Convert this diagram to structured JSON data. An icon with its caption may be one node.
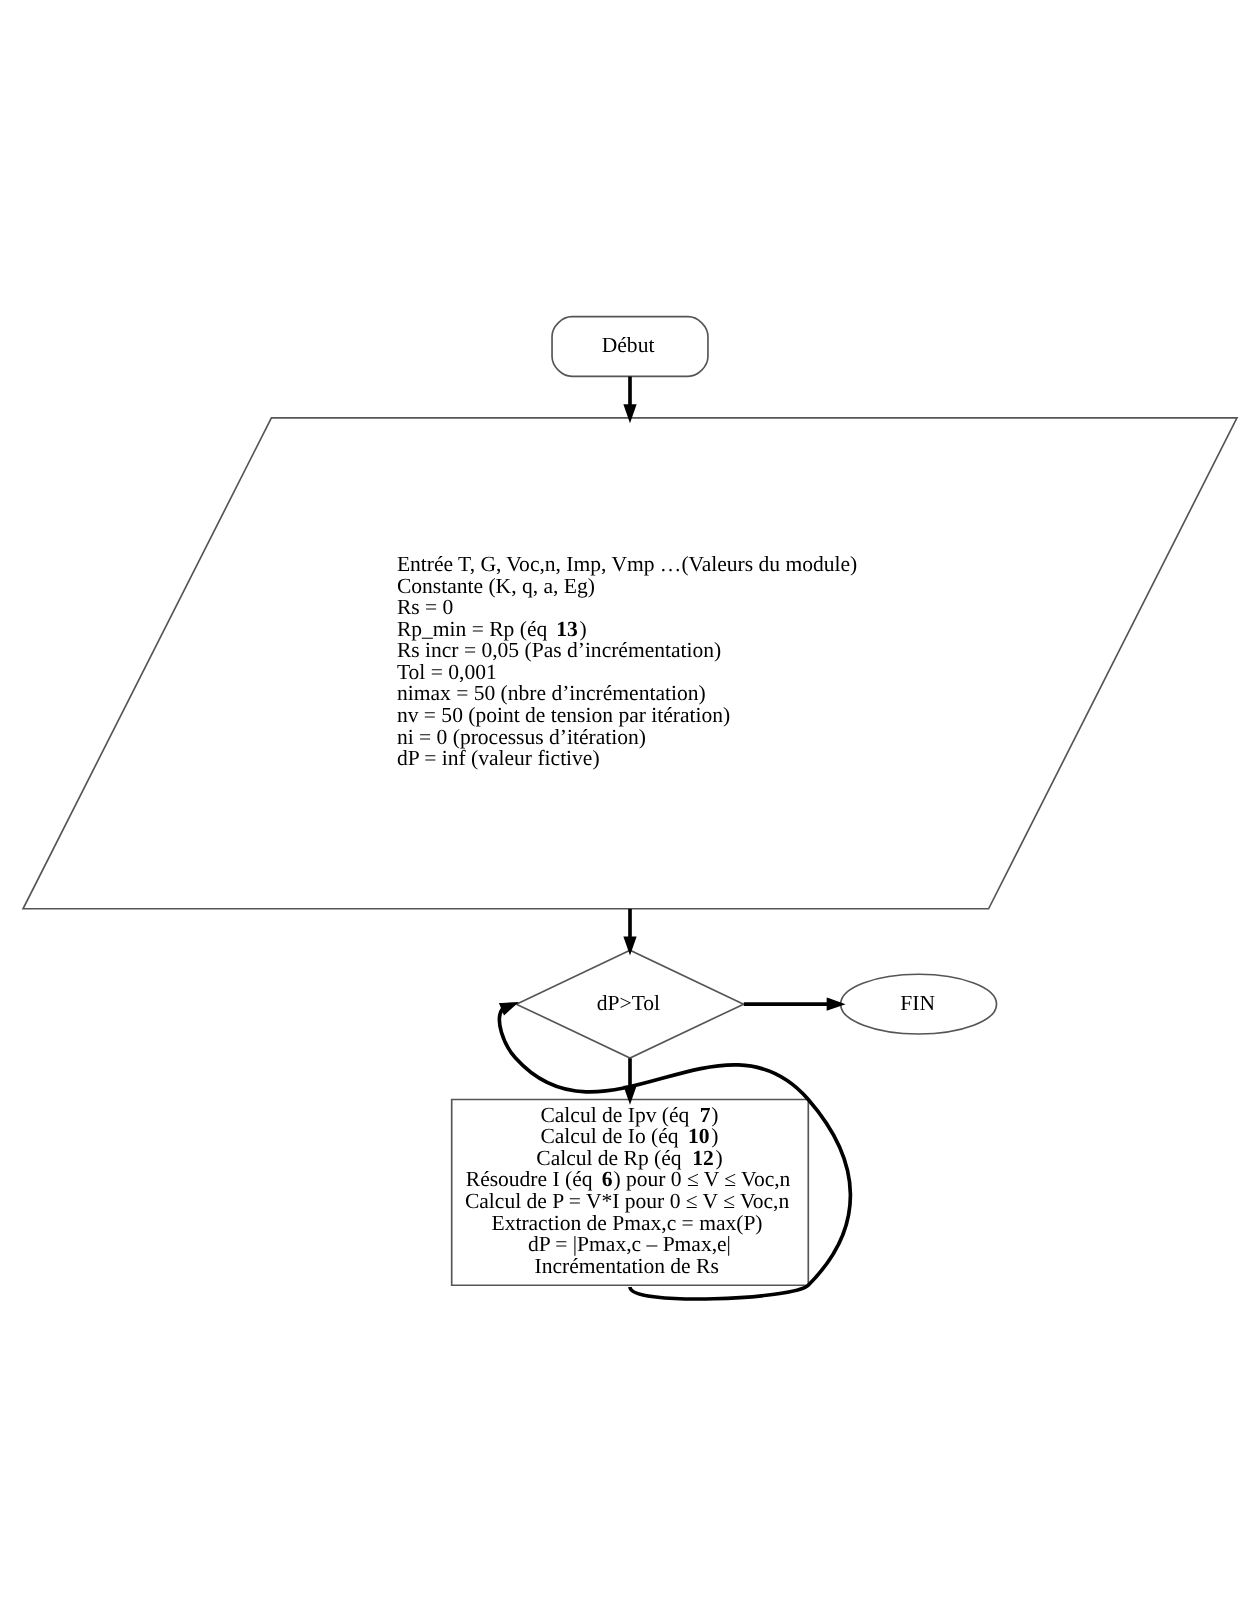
{
  "diagram": {
    "nodes": [
      {
        "text": [
          "Début"
        ]
      },
      {
        "text": [
          "Entrée T, G, Voc,n, Imp, Vmp …(Valeurs du module)",
          "Constante (K, q, a, Eg)",
          "Rs = 0",
          "Rp_min = Rp (éq **13**)",
          "Rs incr = 0,05 (Pas d’incrémentation)",
          "Tol = 0,001",
          "nimax = 50 (nbre d’incrémentation)",
          "nv = 50 (point de tension par itération)",
          "ni = 0 (processus d’itération)",
          "dP = inf (valeur fictive)"
        ]
      },
      {
        "text": [
          "dP>Tol"
        ]
      },
      {
        "text": [
          "FIN"
        ]
      },
      {
        "text": [
          "Calcul de Ipv (éq **7**)",
          "Calcul de Io (éq **10**)",
          "Calcul de Rp (éq **12**)",
          "Résoudre I (éq **6**) pour 0 ≤ V ≤ Voc,n",
          "Calcul de P = V*I pour 0 ≤ V ≤ Voc,n",
          "Extraction de Pmax,c = max(P)",
          "dP = |Pmax,c – Pmax,e|",
          "Incrémentation de Rs"
        ]
      }
    ],
    "edges": [
      {
        "from": 0,
        "to": 1,
        "arrow": "to"
      },
      {
        "from": 1,
        "to": 2,
        "arrow": "to"
      },
      {
        "from": 2,
        "to": 3,
        "arrow": "to"
      },
      {
        "from": 2,
        "to": 4,
        "arrow": "to"
      },
      {
        "from": 4,
        "to": 2,
        "arrow": "to"
      }
    ]
  }
}
